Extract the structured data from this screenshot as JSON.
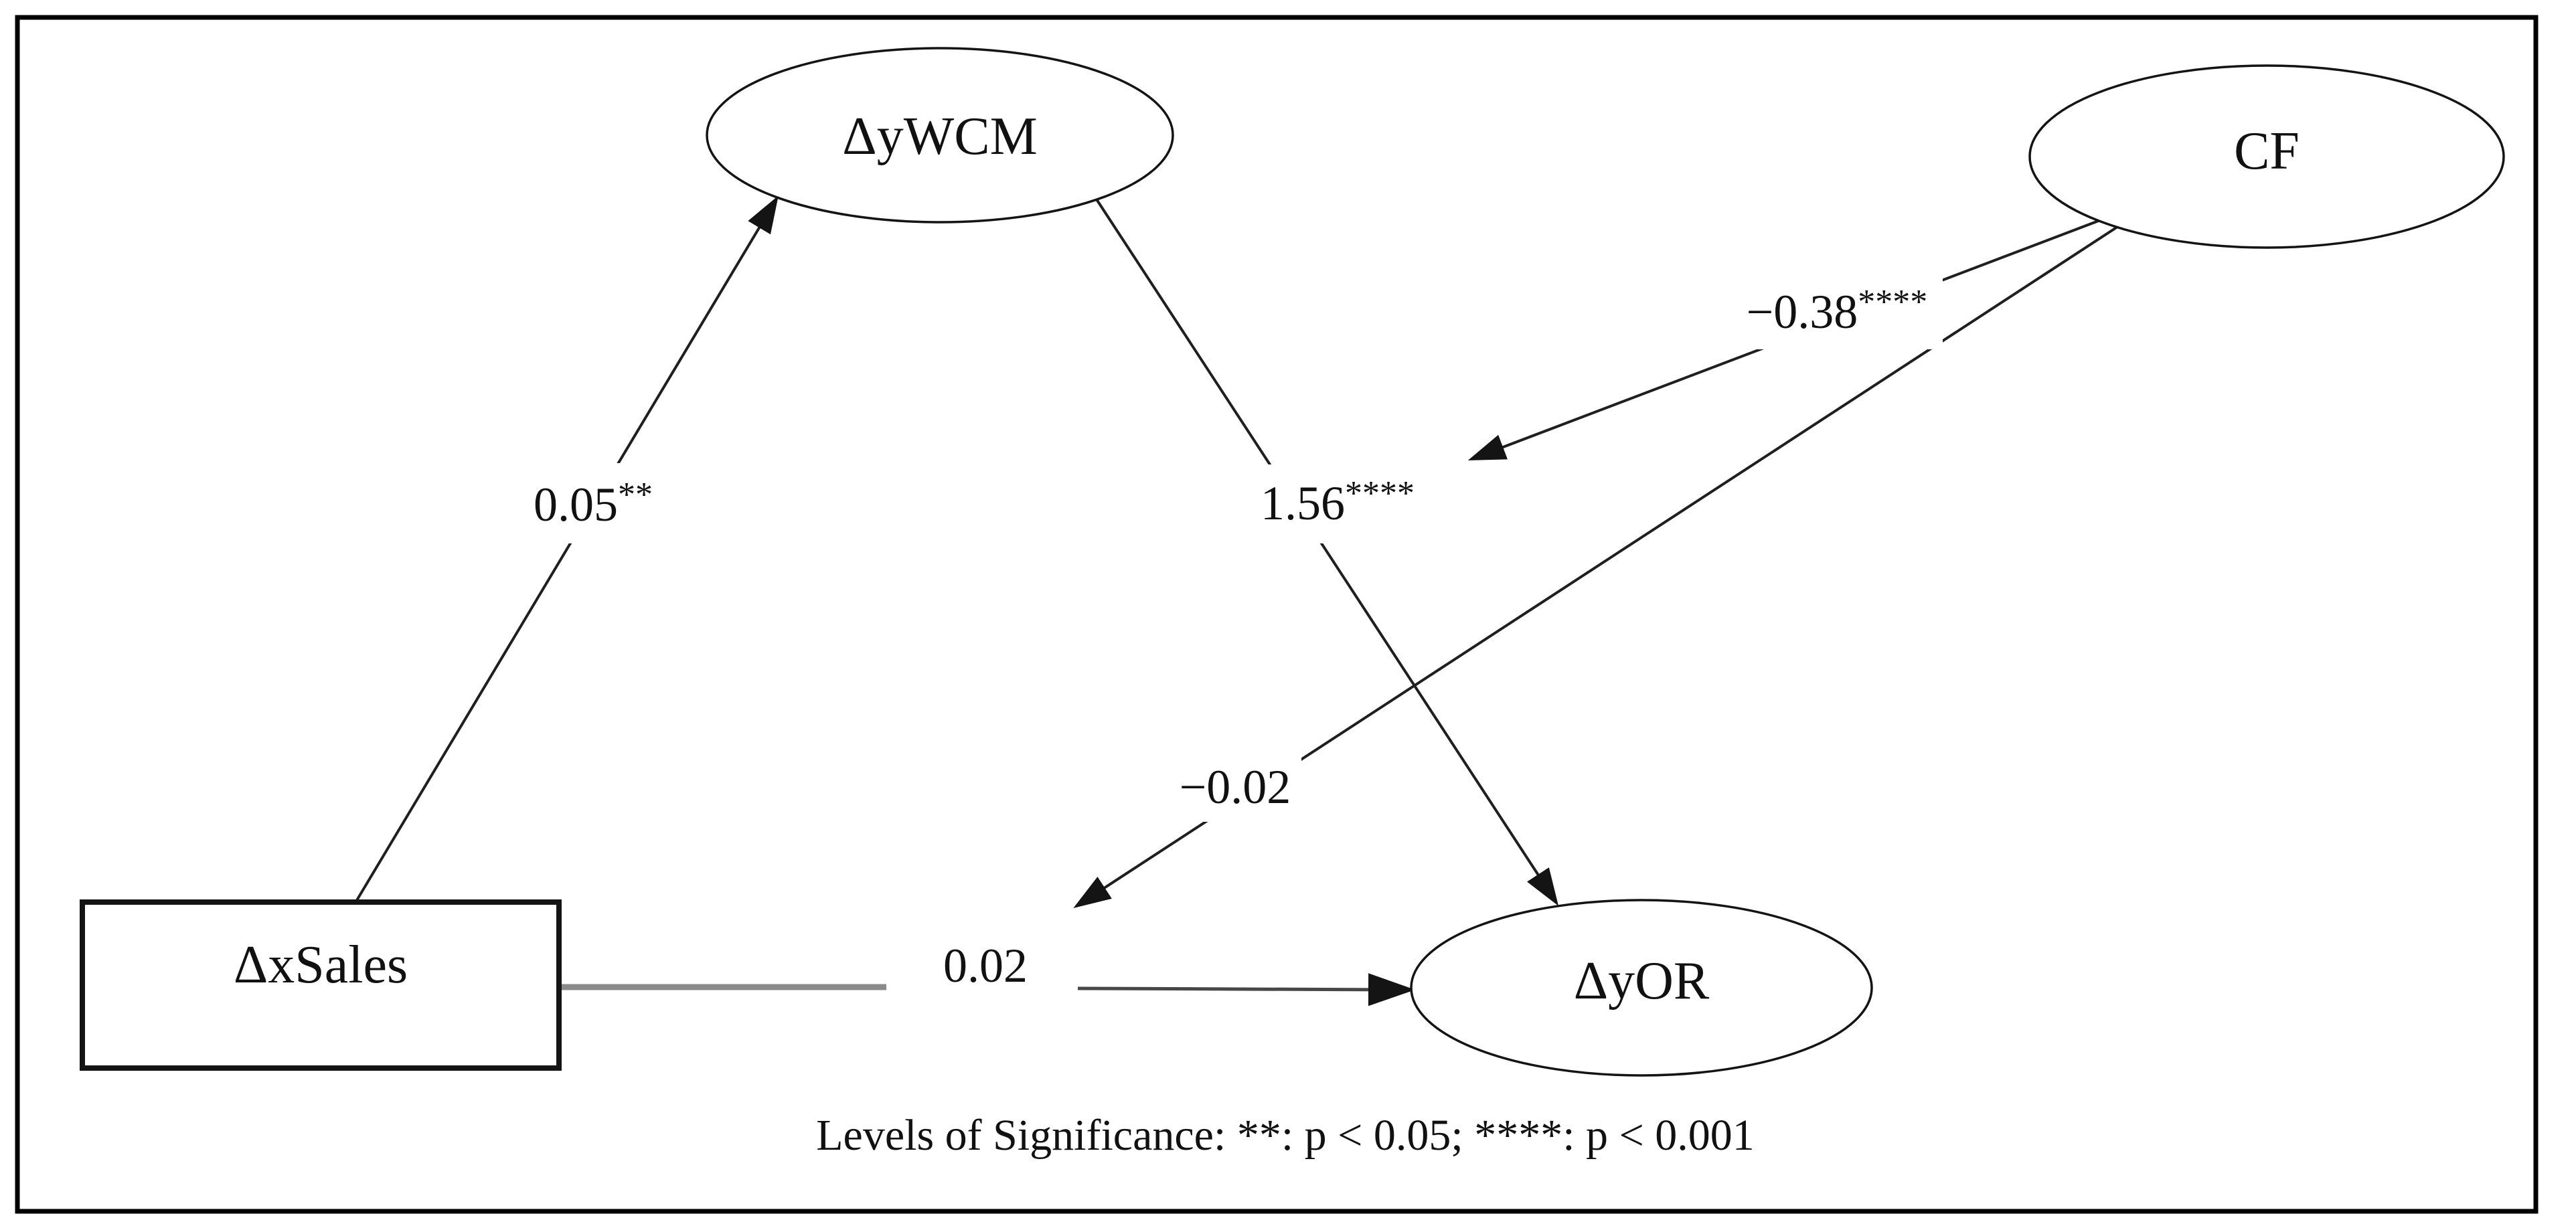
{
  "figure": {
    "background": "#ffffff",
    "border_color": "#000000",
    "edge_color": "#1f1f1f",
    "gray_edge_color": "#8a8a8a",
    "node_fill": "#ffffff"
  },
  "nodes": {
    "wcm": {
      "label": "ΔyWCM",
      "shape": "ellipse"
    },
    "cf": {
      "label": "CF",
      "shape": "ellipse"
    },
    "sales": {
      "label": "ΔxSales",
      "shape": "rectangle"
    },
    "or": {
      "label": "ΔyOR",
      "shape": "ellipse"
    }
  },
  "edges": [
    {
      "from": "ΔxSales",
      "to": "ΔyWCM",
      "value": "0.05",
      "stars": "**"
    },
    {
      "from": "ΔyWCM",
      "to": "ΔyOR",
      "value": "1.56",
      "stars": "****"
    },
    {
      "from": "CF",
      "to": "ΔyWCM–ΔyOR path",
      "value": "−0.38",
      "stars": "****"
    },
    {
      "from": "CF",
      "to": "ΔxSales–ΔyOR path",
      "value": "−0.02",
      "stars": ""
    },
    {
      "from": "ΔxSales",
      "to": "ΔyOR",
      "value": "0.02",
      "stars": ""
    }
  ],
  "note": {
    "text": "Levels of Significance:  **: p < 0.05; ****: p < 0.001"
  }
}
